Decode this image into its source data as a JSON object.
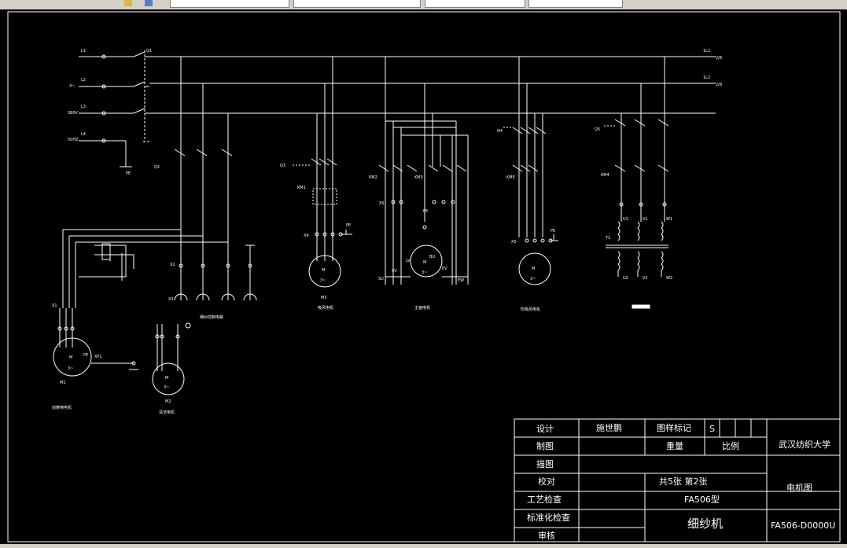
{
  "title_block": {
    "design": "设计",
    "designer": "施世鹏",
    "drawing_mark": "图样标记",
    "mark_value": "S",
    "drafting": "制图",
    "weight": "重量",
    "scale": "比例",
    "tracing": "描图",
    "checking": "校对",
    "sheet_info": "共5张  第2张",
    "process_check": "工艺检查",
    "model": "FA506型",
    "standard_check": "标准化检查",
    "review": "审核",
    "product": "细纱机",
    "university": "武汉纺织大学",
    "drawing_name": "电机图",
    "drawing_number": "FA506-D0000U"
  },
  "supply": {
    "L1": "L1",
    "L2": "L2",
    "L3": "L3",
    "L4": "L4",
    "v1": "3~",
    "v2": "380V",
    "v3": "50HZ",
    "q1": "Q1",
    "pe": "PE",
    "bus1": "1L1",
    "bus1_to": "2/8",
    "bus2": "1L2",
    "bus2_to": "2/8"
  },
  "captions": {
    "m1": "前摩擦电机",
    "m2": "清洁电机",
    "control": "细纱控制电路",
    "m3": "吸风电机",
    "m4": "主轴电机",
    "m5": "吹吸风电机"
  },
  "motors": {
    "m1_tag": "M1",
    "m2_tag": "M2",
    "m3_tag": "M3",
    "m_text": "M",
    "phase": "3~",
    "lv": "LV",
    "ev": "EV",
    "bu": "BU",
    "su": "SU",
    "sv": "SV",
    "ew": "EW"
  },
  "contactors": {
    "km1": "KM1",
    "km2": "KM2",
    "km3": "KM3",
    "km4": "KM4",
    "km5": "KM5",
    "q2": "Q2",
    "q3": "Q3",
    "q4": "Q4",
    "q5": "Q5",
    "t1": "T1",
    "u1": "U1",
    "v1": "V1",
    "w1": "W1",
    "u2": "U2",
    "v2": "V2",
    "w2": "W2"
  },
  "terminals": {
    "x1": "X1",
    "x2": "X2",
    "x3": "X3",
    "x4": "X4",
    "x5": "X5",
    "xp1": "XP1",
    "xs": "XS"
  }
}
